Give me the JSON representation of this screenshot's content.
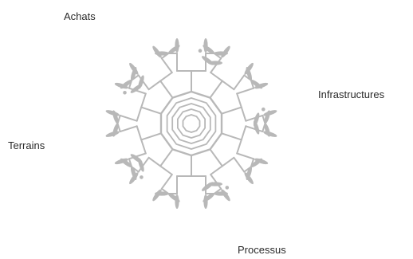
{
  "labels": {
    "achats": "Achats",
    "infrastructures": "Infrastructures",
    "terrains": "Terrains",
    "processus": "Processus"
  },
  "colors": {
    "background": "#ffffff",
    "stroke": "#b8b8b8",
    "text": "#2a2a2a"
  },
  "diagram": {
    "hub_shape": "decagon",
    "hub_rings": 5,
    "arms": 10,
    "leaf_shape": "ellipse"
  }
}
